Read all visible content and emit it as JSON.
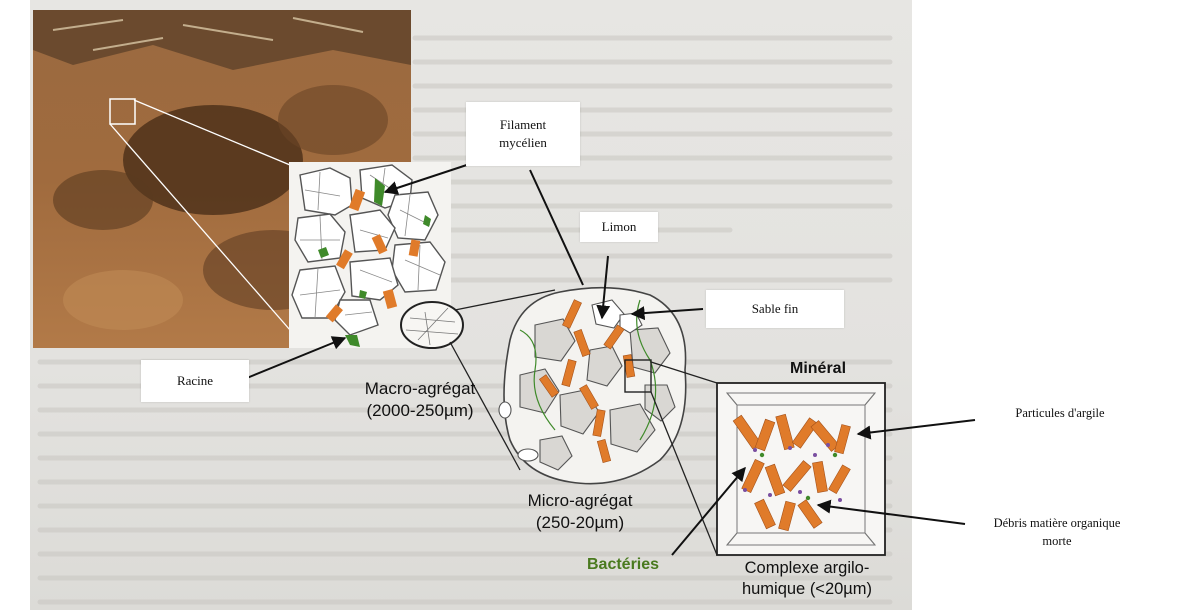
{
  "labels": {
    "filament": "Filament\nmycélien",
    "limon": "Limon",
    "sable_fin": "Sable fin",
    "racine": "Racine",
    "macro": "Macro-agrégat\n(2000-250µm)",
    "micro": "Micro-agrégat\n(250-20µm)",
    "mineral": "Minéral",
    "particules": "Particules d'argile",
    "debris": "Débris matière organique\nmorte",
    "bacteries": "Bactéries",
    "complexe": "Complexe argilo-\nhumique (<20µm)"
  },
  "colors": {
    "clay": "#e07b2a",
    "fungus": "#3f8a2a",
    "outline": "#555555",
    "soil": "#8a5a35"
  }
}
